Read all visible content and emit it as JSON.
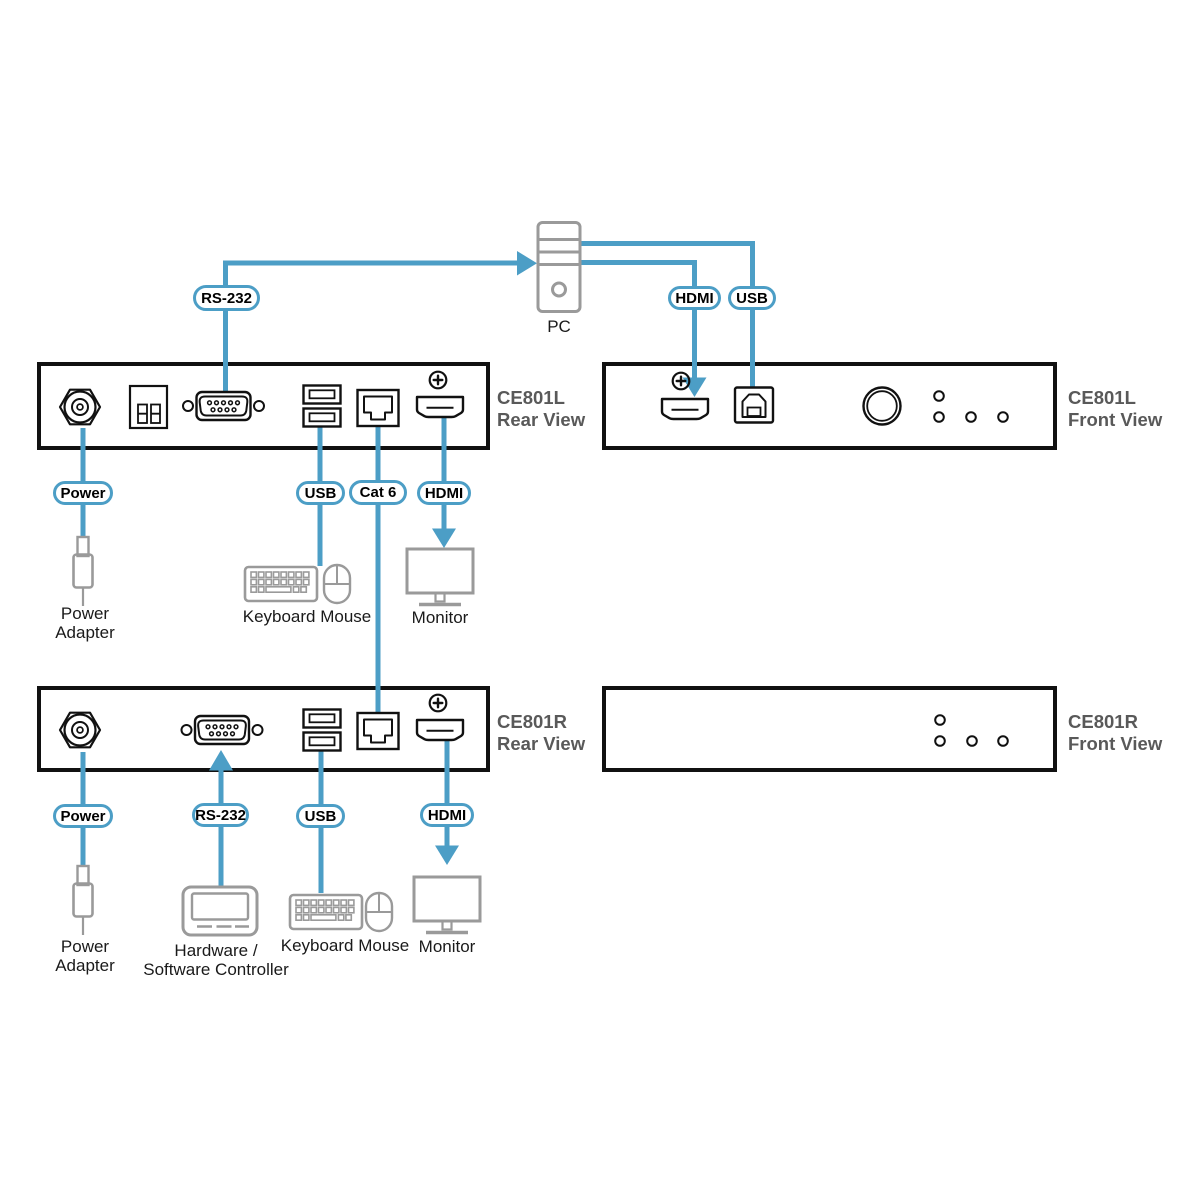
{
  "colors": {
    "accent_blue": "#4C9EC6",
    "outline_black": "#111111",
    "icon_gray": "#9A9A9A",
    "device_label_gray": "#595959"
  },
  "pc": {
    "label": "PC"
  },
  "pills": {
    "rs232_top": "RS-232",
    "hdmi_top": "HDMI",
    "usb_top": "USB",
    "power_mid": "Power",
    "usb_mid": "USB",
    "cat6_mid": "Cat 6",
    "hdmi_mid": "HDMI",
    "power_bottom": "Power",
    "rs232_bottom": "RS-232",
    "usb_bottom": "USB",
    "hdmi_bottom": "HDMI"
  },
  "devices": {
    "ce801l_rear": {
      "name": "CE801L",
      "view": "Rear View"
    },
    "ce801l_front": {
      "name": "CE801L",
      "view": "Front View"
    },
    "ce801r_rear": {
      "name": "CE801R",
      "view": "Rear View"
    },
    "ce801r_front": {
      "name": "CE801R",
      "view": "Front View"
    }
  },
  "captions": {
    "power_adapter_top": {
      "line1": "Power",
      "line2": "Adapter"
    },
    "keyboard_mouse_top": "Keyboard Mouse",
    "monitor_top": "Monitor",
    "power_adapter_bottom": {
      "line1": "Power",
      "line2": "Adapter"
    },
    "controller": {
      "line1": "Hardware /",
      "line2": "Software Controller"
    },
    "keyboard_mouse_bottom": "Keyboard Mouse",
    "monitor_bottom": "Monitor"
  },
  "icons": [
    "pc-tower-icon",
    "power-jack-port",
    "dip-switch-block",
    "db9-serial-port",
    "usb-a-dual-port",
    "rj45-port",
    "hdmi-port",
    "grounding-screw-icon",
    "usb-b-port",
    "power-button",
    "led-indicator",
    "power-adapter-icon",
    "keyboard-icon",
    "mouse-icon",
    "monitor-icon",
    "controller-icon",
    "arrow-right-icon",
    "arrow-down-icon",
    "arrow-up-icon"
  ]
}
